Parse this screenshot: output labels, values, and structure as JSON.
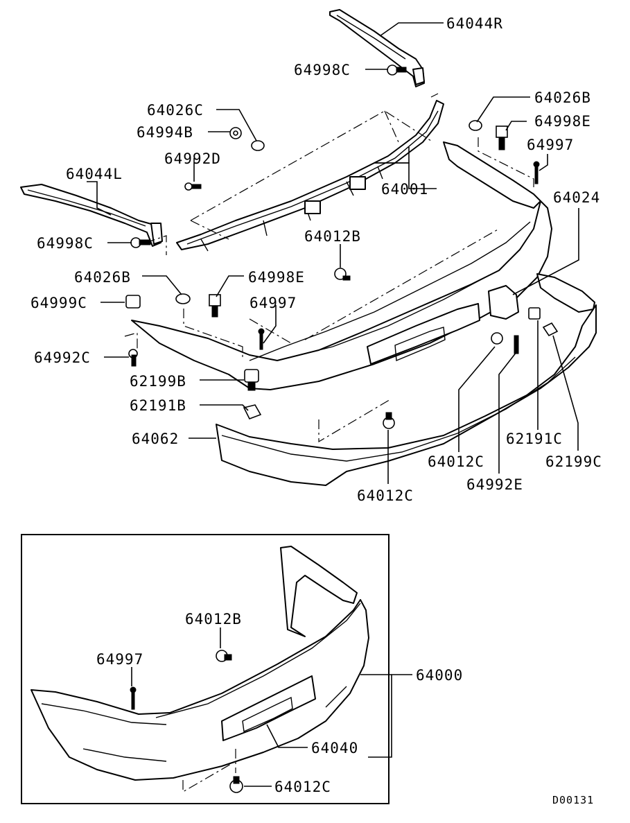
{
  "callouts": {
    "c64044R": "64044R",
    "c64998C_top": "64998C",
    "c64026C": "64026C",
    "c64994B": "64994B",
    "c64992D": "64992D",
    "c64044L": "64044L",
    "c64998C_left": "64998C",
    "c64001": "64001",
    "c64026B_right": "64026B",
    "c64998E_right": "64998E",
    "c64997_right": "64997",
    "c64024": "64024",
    "c64012B_top": "64012B",
    "c64026B_left": "64026B",
    "c64998E_left": "64998E",
    "c64999C": "64999C",
    "c64997_mid": "64997",
    "c64992C": "64992C",
    "c62199B": "62199B",
    "c62191B": "62191B",
    "c64062": "64062",
    "c64012C_mid": "64012C",
    "c64992E": "64992E",
    "c62191C": "62191C",
    "c62199C": "62199C",
    "c64012C_bottom": "64012C"
  },
  "inset": {
    "c64012B": "64012B",
    "c64997": "64997",
    "c64000": "64000",
    "c64040": "64040",
    "c64012C": "64012C"
  },
  "diagram_id": "D00131"
}
